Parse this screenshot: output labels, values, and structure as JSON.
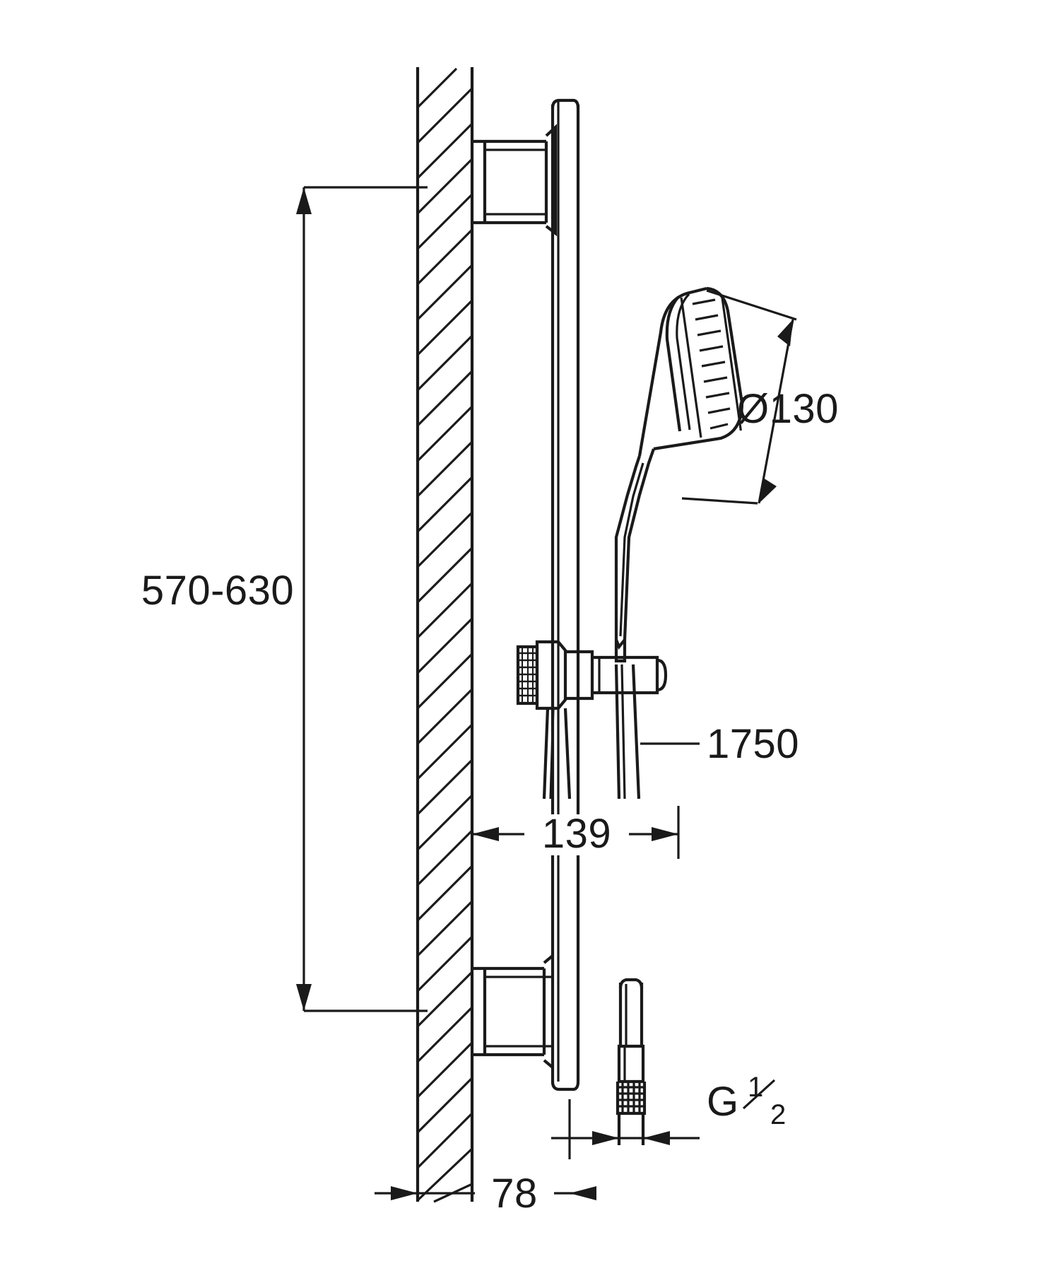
{
  "title": "Shower rail set technical dimension drawing",
  "dimensions": {
    "height_range": "570-630",
    "head_diameter": "Ø130",
    "hose_length": "1750",
    "projection": "139",
    "wall_offset": "78",
    "thread": "G",
    "thread_fraction_numerator": "1",
    "thread_fraction_denominator": "2"
  },
  "labels": {
    "height_range": "570-630",
    "head_diameter": "Ø130",
    "hose_length": "1750",
    "projection": "139",
    "wall_offset": "78",
    "thread_letter": "G",
    "thread_num": "1",
    "thread_den": "2"
  },
  "colors": {
    "line": "#1a1a1a",
    "background": "#ffffff"
  }
}
